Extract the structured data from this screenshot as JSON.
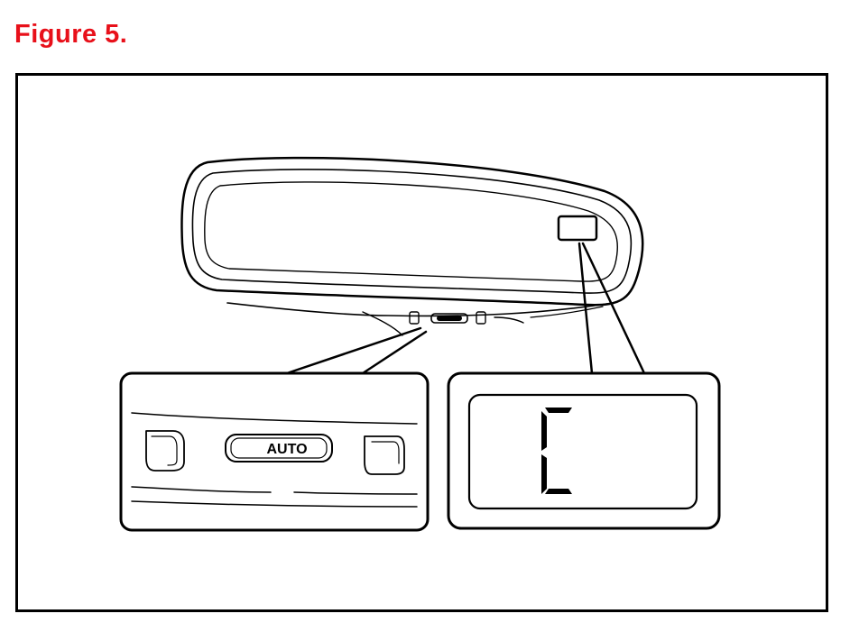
{
  "figure": {
    "title": "Figure 5."
  },
  "mirror": {
    "button_label": "AUTO",
    "display_character": "C"
  },
  "colors": {
    "title": "#e8101a",
    "line": "#000000",
    "background": "#ffffff"
  },
  "icons": [
    "rear-view-mirror-icon",
    "auto-button-icon",
    "display-window-icon",
    "indicator-lamp-icon"
  ]
}
